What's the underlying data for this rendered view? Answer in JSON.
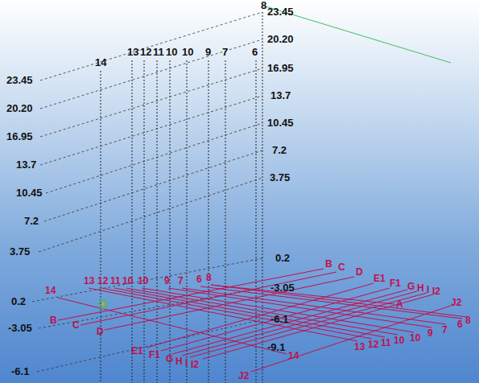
{
  "diagram": {
    "labels": [
      "14",
      "13",
      "12",
      "11",
      "10",
      "10",
      "9",
      "7",
      "6",
      "8",
      "23.45",
      "20.20",
      "16.95",
      "13.7",
      "10.45",
      "7.2",
      "3.75",
      "0.2",
      "-3.05",
      "-6.1",
      "23.45",
      "20.20",
      "16.95",
      "13.7",
      "10.45",
      "7.2",
      "3.75",
      "0.2",
      "-3.05",
      "-6.1",
      "-9.1",
      "13",
      "12",
      "11",
      "10",
      "10",
      "9",
      "7",
      "6",
      "8",
      "14",
      "B",
      "C",
      "D",
      "E1",
      "F1",
      "G",
      "H",
      "I",
      "I2",
      "J2",
      "14",
      "13",
      "12",
      "11",
      "10",
      "10",
      "9",
      "7",
      "6",
      "8",
      "B",
      "C",
      "D",
      "E1",
      "F1",
      "G",
      "H",
      "I",
      "I2",
      "A",
      "J2"
    ]
  }
}
